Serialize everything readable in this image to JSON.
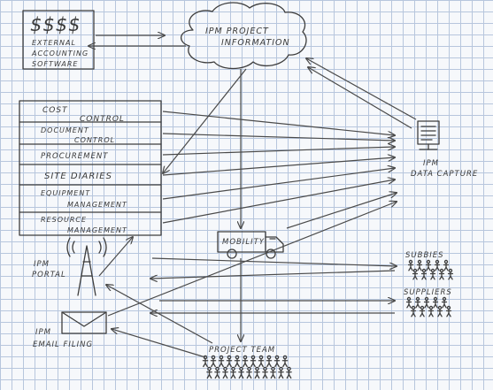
{
  "accounting": {
    "symbols": "$$$$",
    "line1": "EXTERNAL",
    "line2": "ACCOUNTING",
    "line3": "SOFTWARE"
  },
  "cloud": {
    "line1": "IPM PROJECT",
    "line2": "INFORMATION"
  },
  "modules": [
    {
      "line1": "COST",
      "line2": "CONTROL"
    },
    {
      "line1": "DOCUMENT",
      "line2": "CONTROL"
    },
    {
      "line1": "PROCUREMENT",
      "line2": ""
    },
    {
      "line1": "SITE DIARIES",
      "line2": ""
    },
    {
      "line1": "EQUIPMENT",
      "line2": "MANAGEMENT"
    },
    {
      "line1": "RESOURCE",
      "line2": "MANAGEMENT"
    }
  ],
  "data_capture": {
    "line1": "IPM",
    "line2": "DATA CAPTURE"
  },
  "mobility": "MOBILITY",
  "portal": {
    "line1": "IPM",
    "line2": "PORTAL"
  },
  "email": {
    "line1": "IPM",
    "line2": "EMAIL FILING"
  },
  "subbies": "SUBBIES",
  "suppliers": "SUPPLIERS",
  "project_team": "PROJECT TEAM"
}
